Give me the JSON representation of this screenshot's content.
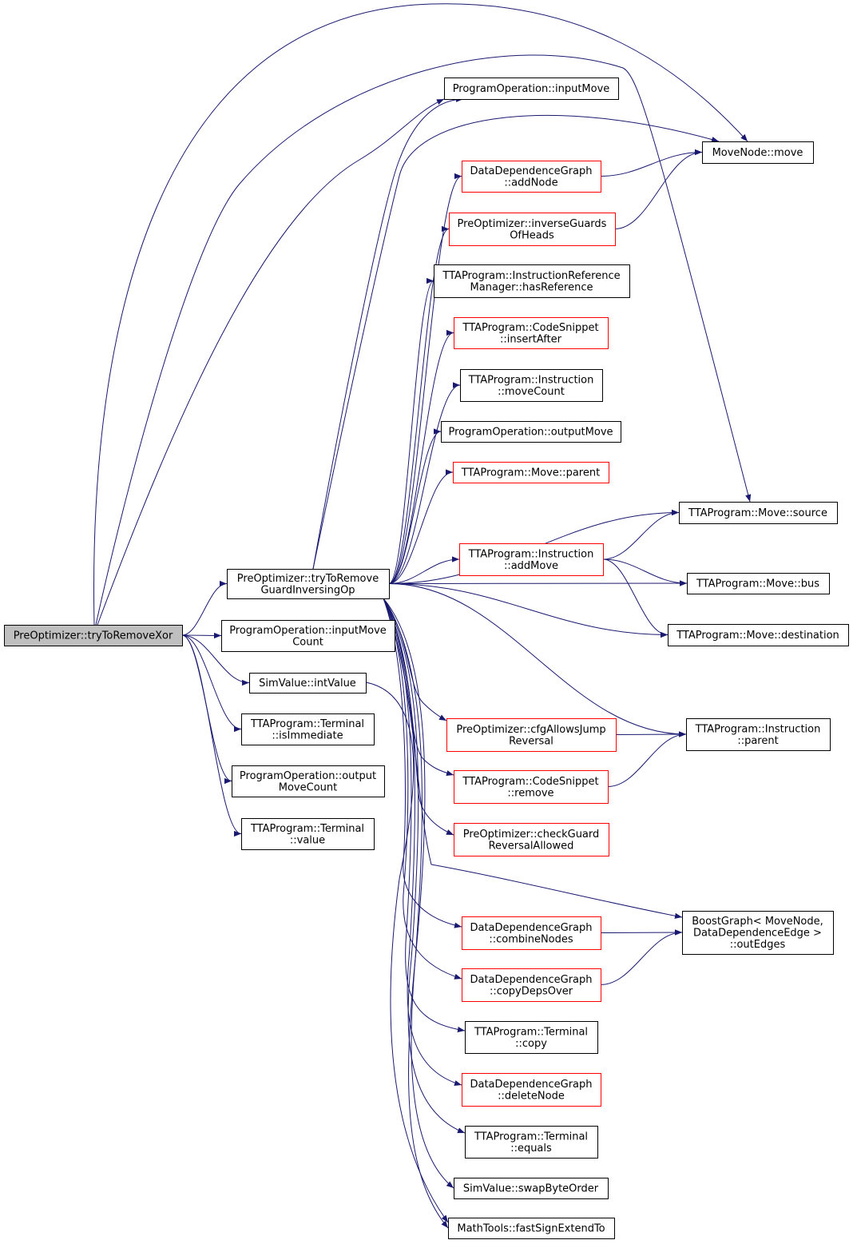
{
  "graph": {
    "edge_color": "#191970",
    "highlight_border": "#ff0000",
    "root_fill": "#bfbfbf",
    "nodes": [
      {
        "id": "root",
        "lines": [
          "PreOptimizer::tryToRemoveXor"
        ],
        "kind": "root"
      },
      {
        "id": "tryGuard",
        "lines": [
          "PreOptimizer::tryToRemove",
          "GuardInversingOp"
        ],
        "kind": "normal"
      },
      {
        "id": "inputMoveCount",
        "lines": [
          "ProgramOperation::inputMove",
          "Count"
        ],
        "kind": "normal"
      },
      {
        "id": "intValue",
        "lines": [
          "SimValue::intValue"
        ],
        "kind": "normal"
      },
      {
        "id": "isImmediate",
        "lines": [
          "TTAProgram::Terminal",
          "::isImmediate"
        ],
        "kind": "normal"
      },
      {
        "id": "outputMoveCount",
        "lines": [
          "ProgramOperation::output",
          "MoveCount"
        ],
        "kind": "normal"
      },
      {
        "id": "termValue",
        "lines": [
          "TTAProgram::Terminal",
          "::value"
        ],
        "kind": "normal"
      },
      {
        "id": "inputMove",
        "lines": [
          "ProgramOperation::inputMove"
        ],
        "kind": "normal"
      },
      {
        "id": "addNode",
        "lines": [
          "DataDependenceGraph",
          "::addNode"
        ],
        "kind": "red"
      },
      {
        "id": "inverseGuards",
        "lines": [
          "PreOptimizer::inverseGuards",
          "OfHeads"
        ],
        "kind": "red"
      },
      {
        "id": "hasReference",
        "lines": [
          "TTAProgram::InstructionReference",
          "Manager::hasReference"
        ],
        "kind": "normal"
      },
      {
        "id": "insertAfter",
        "lines": [
          "TTAProgram::CodeSnippet",
          "::insertAfter"
        ],
        "kind": "red"
      },
      {
        "id": "moveCount",
        "lines": [
          "TTAProgram::Instruction",
          "::moveCount"
        ],
        "kind": "normal"
      },
      {
        "id": "outputMove",
        "lines": [
          "ProgramOperation::outputMove"
        ],
        "kind": "normal"
      },
      {
        "id": "moveParent",
        "lines": [
          "TTAProgram::Move::parent"
        ],
        "kind": "red"
      },
      {
        "id": "addMove",
        "lines": [
          "TTAProgram::Instruction",
          "::addMove"
        ],
        "kind": "red"
      },
      {
        "id": "cfgAllows",
        "lines": [
          "PreOptimizer::cfgAllowsJump",
          "Reversal"
        ],
        "kind": "red"
      },
      {
        "id": "snippetRemove",
        "lines": [
          "TTAProgram::CodeSnippet",
          "::remove"
        ],
        "kind": "red"
      },
      {
        "id": "checkGuard",
        "lines": [
          "PreOptimizer::checkGuard",
          "ReversalAllowed"
        ],
        "kind": "red"
      },
      {
        "id": "combineNodes",
        "lines": [
          "DataDependenceGraph",
          "::combineNodes"
        ],
        "kind": "red"
      },
      {
        "id": "copyDepsOver",
        "lines": [
          "DataDependenceGraph",
          "::copyDepsOver"
        ],
        "kind": "red"
      },
      {
        "id": "termCopy",
        "lines": [
          "TTAProgram::Terminal",
          "::copy"
        ],
        "kind": "normal"
      },
      {
        "id": "deleteNode",
        "lines": [
          "DataDependenceGraph",
          "::deleteNode"
        ],
        "kind": "red"
      },
      {
        "id": "termEquals",
        "lines": [
          "TTAProgram::Terminal",
          "::equals"
        ],
        "kind": "normal"
      },
      {
        "id": "swapByteOrder",
        "lines": [
          "SimValue::swapByteOrder"
        ],
        "kind": "normal"
      },
      {
        "id": "fastSign",
        "lines": [
          "MathTools::fastSignExtendTo"
        ],
        "kind": "normal"
      },
      {
        "id": "moveNodeMove",
        "lines": [
          "MoveNode::move"
        ],
        "kind": "normal"
      },
      {
        "id": "moveSource",
        "lines": [
          "TTAProgram::Move::source"
        ],
        "kind": "normal"
      },
      {
        "id": "moveBus",
        "lines": [
          "TTAProgram::Move::bus"
        ],
        "kind": "normal"
      },
      {
        "id": "moveDest",
        "lines": [
          "TTAProgram::Move::destination"
        ],
        "kind": "normal"
      },
      {
        "id": "instrParent",
        "lines": [
          "TTAProgram::Instruction",
          "::parent"
        ],
        "kind": "normal"
      },
      {
        "id": "outEdges",
        "lines": [
          "BoostGraph< MoveNode,",
          "DataDependenceEdge >",
          "::outEdges"
        ],
        "kind": "normal"
      }
    ],
    "edges": [
      {
        "from": "root",
        "to": "tryGuard"
      },
      {
        "from": "root",
        "to": "inputMoveCount"
      },
      {
        "from": "root",
        "to": "intValue"
      },
      {
        "from": "root",
        "to": "isImmediate"
      },
      {
        "from": "root",
        "to": "outputMoveCount"
      },
      {
        "from": "root",
        "to": "termValue"
      },
      {
        "from": "root",
        "to": "inputMove"
      },
      {
        "from": "root",
        "to": "moveNodeMove"
      },
      {
        "from": "root",
        "to": "moveSource"
      },
      {
        "from": "tryGuard",
        "to": "inputMove"
      },
      {
        "from": "tryGuard",
        "to": "moveNodeMove"
      },
      {
        "from": "tryGuard",
        "to": "addNode"
      },
      {
        "from": "tryGuard",
        "to": "inverseGuards"
      },
      {
        "from": "tryGuard",
        "to": "hasReference"
      },
      {
        "from": "tryGuard",
        "to": "insertAfter"
      },
      {
        "from": "tryGuard",
        "to": "moveCount"
      },
      {
        "from": "tryGuard",
        "to": "outputMove"
      },
      {
        "from": "tryGuard",
        "to": "moveParent"
      },
      {
        "from": "tryGuard",
        "to": "moveSource"
      },
      {
        "from": "tryGuard",
        "to": "addMove"
      },
      {
        "from": "tryGuard",
        "to": "moveBus"
      },
      {
        "from": "tryGuard",
        "to": "moveDest"
      },
      {
        "from": "tryGuard",
        "to": "instrParent"
      },
      {
        "from": "tryGuard",
        "to": "cfgAllows"
      },
      {
        "from": "tryGuard",
        "to": "snippetRemove"
      },
      {
        "from": "tryGuard",
        "to": "checkGuard"
      },
      {
        "from": "tryGuard",
        "to": "outEdges"
      },
      {
        "from": "tryGuard",
        "to": "combineNodes"
      },
      {
        "from": "tryGuard",
        "to": "copyDepsOver"
      },
      {
        "from": "tryGuard",
        "to": "termCopy"
      },
      {
        "from": "tryGuard",
        "to": "deleteNode"
      },
      {
        "from": "tryGuard",
        "to": "termEquals"
      },
      {
        "from": "tryGuard",
        "to": "swapByteOrder"
      },
      {
        "from": "tryGuard",
        "to": "fastSign"
      },
      {
        "from": "intValue",
        "to": "fastSign"
      },
      {
        "from": "addNode",
        "to": "moveNodeMove"
      },
      {
        "from": "inverseGuards",
        "to": "moveNodeMove"
      },
      {
        "from": "addMove",
        "to": "moveSource"
      },
      {
        "from": "addMove",
        "to": "moveBus"
      },
      {
        "from": "addMove",
        "to": "moveDest"
      },
      {
        "from": "cfgAllows",
        "to": "instrParent"
      },
      {
        "from": "snippetRemove",
        "to": "instrParent"
      },
      {
        "from": "combineNodes",
        "to": "outEdges"
      },
      {
        "from": "copyDepsOver",
        "to": "outEdges"
      }
    ]
  }
}
